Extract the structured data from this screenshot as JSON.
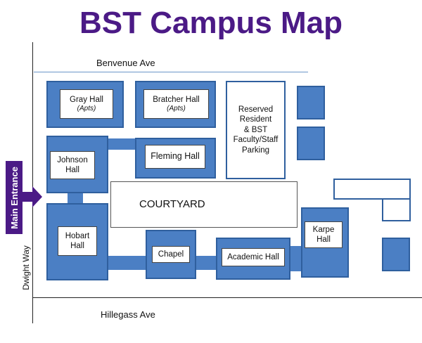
{
  "title": "BST Campus Map",
  "streets": {
    "north": "Benvenue Ave",
    "south": "Hillegass Ave",
    "west": "Dwight Way"
  },
  "entrance": {
    "label": "Main Entrance"
  },
  "buildings": {
    "gray_hall": {
      "name": "Gray Hall",
      "sub": "(Apts)"
    },
    "bratcher_hall": {
      "name": "Bratcher Hall",
      "sub": "(Apts)"
    },
    "parking": {
      "lines": [
        "Reserved",
        "Resident",
        "& BST",
        "Faculty/Staff",
        "Parking"
      ]
    },
    "johnson_hall": {
      "lines": [
        "Johnson",
        "Hall"
      ]
    },
    "fleming_hall": {
      "name": "Fleming Hall"
    },
    "courtyard": {
      "name": "COURTYARD"
    },
    "hobart_hall": {
      "lines": [
        "Hobart",
        "Hall"
      ]
    },
    "chapel": {
      "name": "Chapel"
    },
    "academic_hall": {
      "name": "Academic Hall"
    },
    "karpe_hall": {
      "lines": [
        "Karpe",
        "Hall"
      ]
    }
  },
  "colors": {
    "title": "#4b1a86",
    "building_fill": "#4b7fc4",
    "building_border": "#2f5f9e",
    "street_line_north": "#6b97c9"
  }
}
